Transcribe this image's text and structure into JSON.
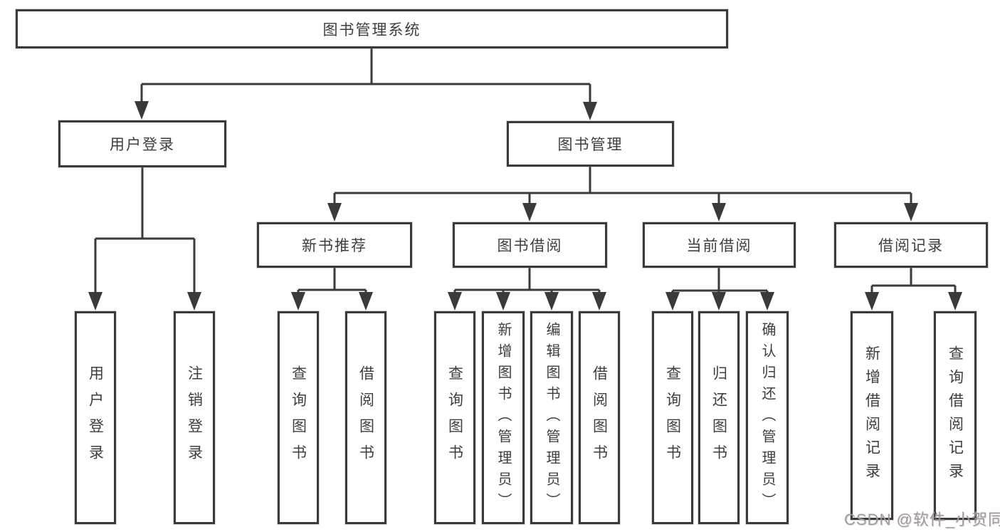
{
  "diagram": {
    "root": {
      "label": "图书管理系统"
    },
    "branches": [
      {
        "label": "用户登录",
        "children": [
          {
            "label": "用户登录"
          },
          {
            "label": "注销登录"
          }
        ]
      },
      {
        "label": "图书管理",
        "children": [
          {
            "label": "新书推荐",
            "children": [
              {
                "label": "查询图书"
              },
              {
                "label": "借阅图书"
              }
            ]
          },
          {
            "label": "图书借阅",
            "children": [
              {
                "label": "查询图书"
              },
              {
                "label": "新增图书（管理员）"
              },
              {
                "label": "编辑图书（管理员）"
              },
              {
                "label": "借阅图书"
              }
            ]
          },
          {
            "label": "当前借阅",
            "children": [
              {
                "label": "查询图书"
              },
              {
                "label": "归还图书"
              },
              {
                "label": "确认归还（管理员）"
              }
            ]
          },
          {
            "label": "借阅记录",
            "children": [
              {
                "label": "新增借阅记录"
              },
              {
                "label": "查询借阅记录"
              }
            ]
          }
        ]
      }
    ]
  },
  "watermark": {
    "text": "CSDN @软件_小贺同学"
  },
  "colors": {
    "line": "#3a3a3a",
    "text": "#3e3e40",
    "watermark": "#9d9da1",
    "background": "#ffffff"
  }
}
